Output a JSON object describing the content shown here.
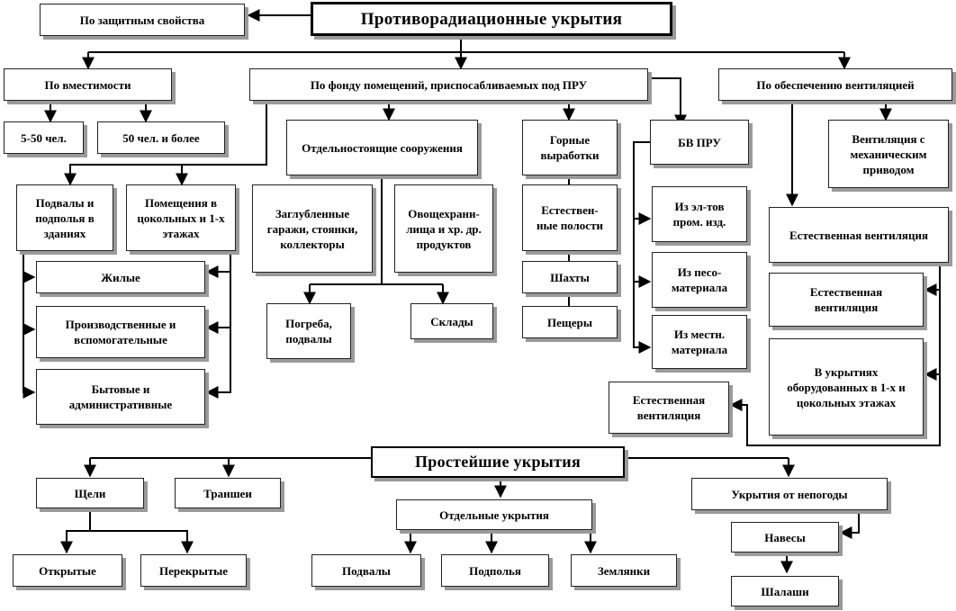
{
  "nodes": {
    "title1": "Противорадиационные укрытия",
    "zashchit": "По защитным свойства",
    "vmest": "По вместимости",
    "fond": "По фонду помещений, приспосабливаемых под ПРУ",
    "ventil": "По обеспечению вентиляцией",
    "v550": "5-50 чел.",
    "v50": "50 чел. и более",
    "otdel_sooruzh": "Отдельностоящие сооружения",
    "gornye": "Горные выработки",
    "bvpru": "БВ ПРУ",
    "mech": "Вентиляция с механическим приводом",
    "podvaly_zd": "Подвалы и подполья в зданиях",
    "pomeshch": "Помещения в цокольных и 1-х этажах",
    "zaglub": "Заглубленные гаражи, стоянки, коллекторы",
    "ovoshch": "Овощехрани-лища и хр. др. продуктов",
    "estpol": "Естествен-ные полости",
    "izel": "Из эл-тов пром. изд.",
    "estvent1": "Естественная вентиляция",
    "zhilye": "Жилые",
    "proizv": "Производственные и вспомогательные",
    "bytovye": "Бытовые и административные",
    "pogreba": "Погреба, подвалы",
    "sklady": "Склады",
    "shakhty": "Шахты",
    "peshchery": "Пещеры",
    "izpeso": "Из песо-материала",
    "izmestn": "Из местн. материала",
    "estvent2": "Естественная вентиляция",
    "vukryt": "В укрытиях оборудованных в 1-х и цокольных этажах",
    "estvent3": "Естественная вентиляция",
    "title2": "Простейшие укрытия",
    "shcheli": "Щели",
    "transhei": "Траншеи",
    "otd_ukr": "Отдельные укрытия",
    "nepogoda": "Укрытия от непогоды",
    "otkrytye": "Открытые",
    "perekrytye": "Перекрытые",
    "podvaly": "Подвалы",
    "podpolya": "Подполья",
    "zemlyanki": "Землянки",
    "navesy": "Навесы",
    "shalashi": "Шалаши"
  }
}
